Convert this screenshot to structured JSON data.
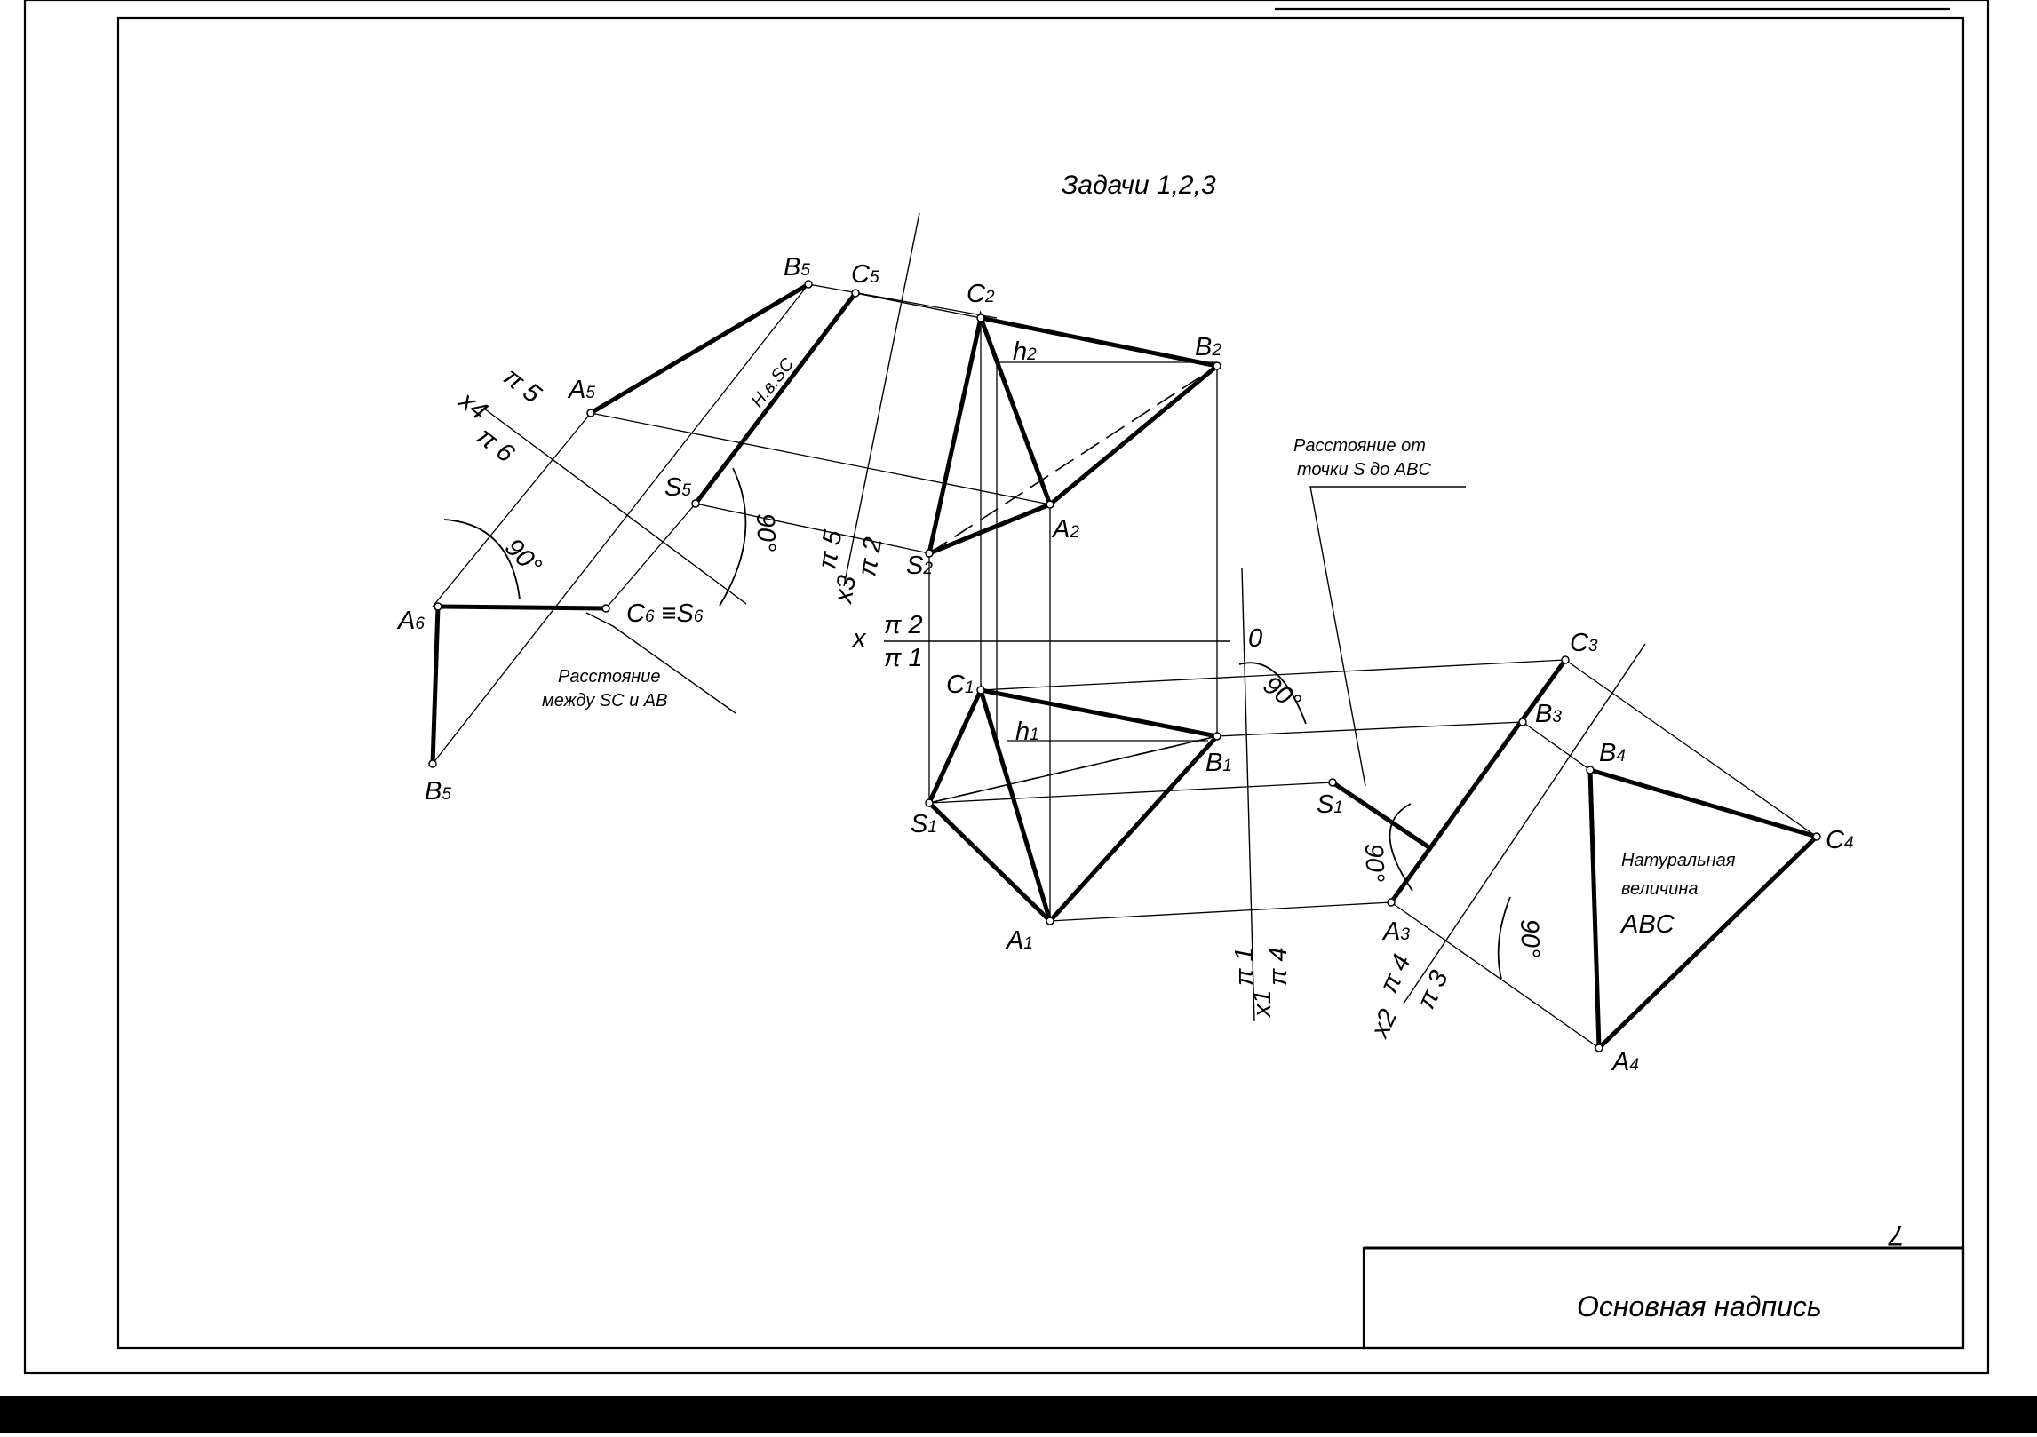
{
  "title": "Задачи 1,2,3",
  "stamp": {
    "label": "Основная надпись",
    "sheet_number": "7"
  },
  "notes": {
    "distance_point_plane": [
      "Расстояние от",
      "точки S до ABC"
    ],
    "distance_lines": [
      "Расстояние",
      "между SC и AB"
    ],
    "true_size": [
      "Натуральная",
      "величина",
      "ABC"
    ],
    "true_length": "Н.в.SC"
  },
  "angles": {
    "deg90": "90°"
  },
  "axes": {
    "x": "x",
    "pi2": "π 2",
    "pi1": "π 1",
    "origin": "0",
    "x1": "x1",
    "x2": "x2",
    "x3": "x3",
    "x4": "x4",
    "pi3": "π 3",
    "pi4": "π 4",
    "pi5": "π 5",
    "pi6": "π 6"
  },
  "points": {
    "A": {
      "base": "A",
      "subs": [
        "1",
        "2",
        "3",
        "4",
        "5",
        "6"
      ]
    },
    "B": {
      "base": "B",
      "subs": [
        "1",
        "2",
        "3",
        "4",
        "5"
      ]
    },
    "C": {
      "base": "C",
      "subs": [
        "1",
        "2",
        "3",
        "4",
        "5"
      ]
    },
    "S": {
      "base": "S",
      "subs": [
        "1",
        "2",
        "5"
      ]
    },
    "h": {
      "base": "h",
      "subs": [
        "1",
        "2"
      ]
    },
    "C6S6": {
      "c": "C",
      "c_sub": "6",
      "equiv": " ≡",
      "s": "S",
      "s_sub": "6"
    }
  }
}
